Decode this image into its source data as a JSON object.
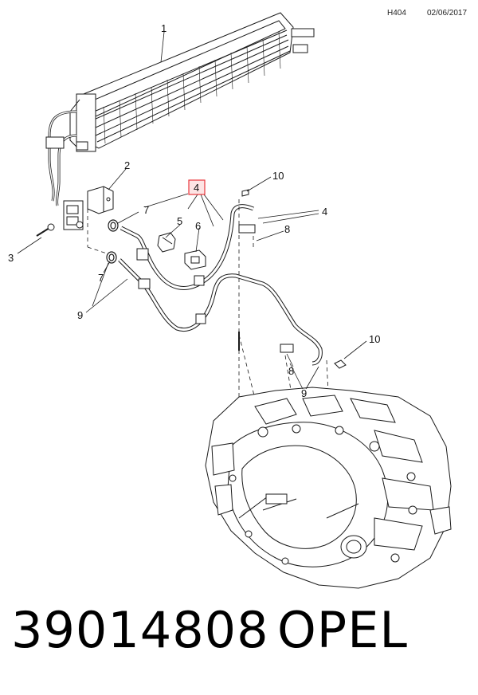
{
  "header": {
    "code": "H404",
    "date": "02/06/2017"
  },
  "footer": {
    "part_number": "39014808",
    "brand": "OPEL"
  },
  "callouts": {
    "c1": "1",
    "c2": "2",
    "c3": "3",
    "c4a": "4",
    "c4b": "4",
    "c5": "5",
    "c6": "6",
    "c7a": "7",
    "c7b": "7",
    "c8a": "8",
    "c8b": "8",
    "c9a": "9",
    "c9b": "9",
    "c10a": "10",
    "c10b": "10"
  },
  "colors": {
    "highlight": "#e8373d",
    "highlight_fill": "#fde4e4",
    "line": "#1a1a1a"
  }
}
